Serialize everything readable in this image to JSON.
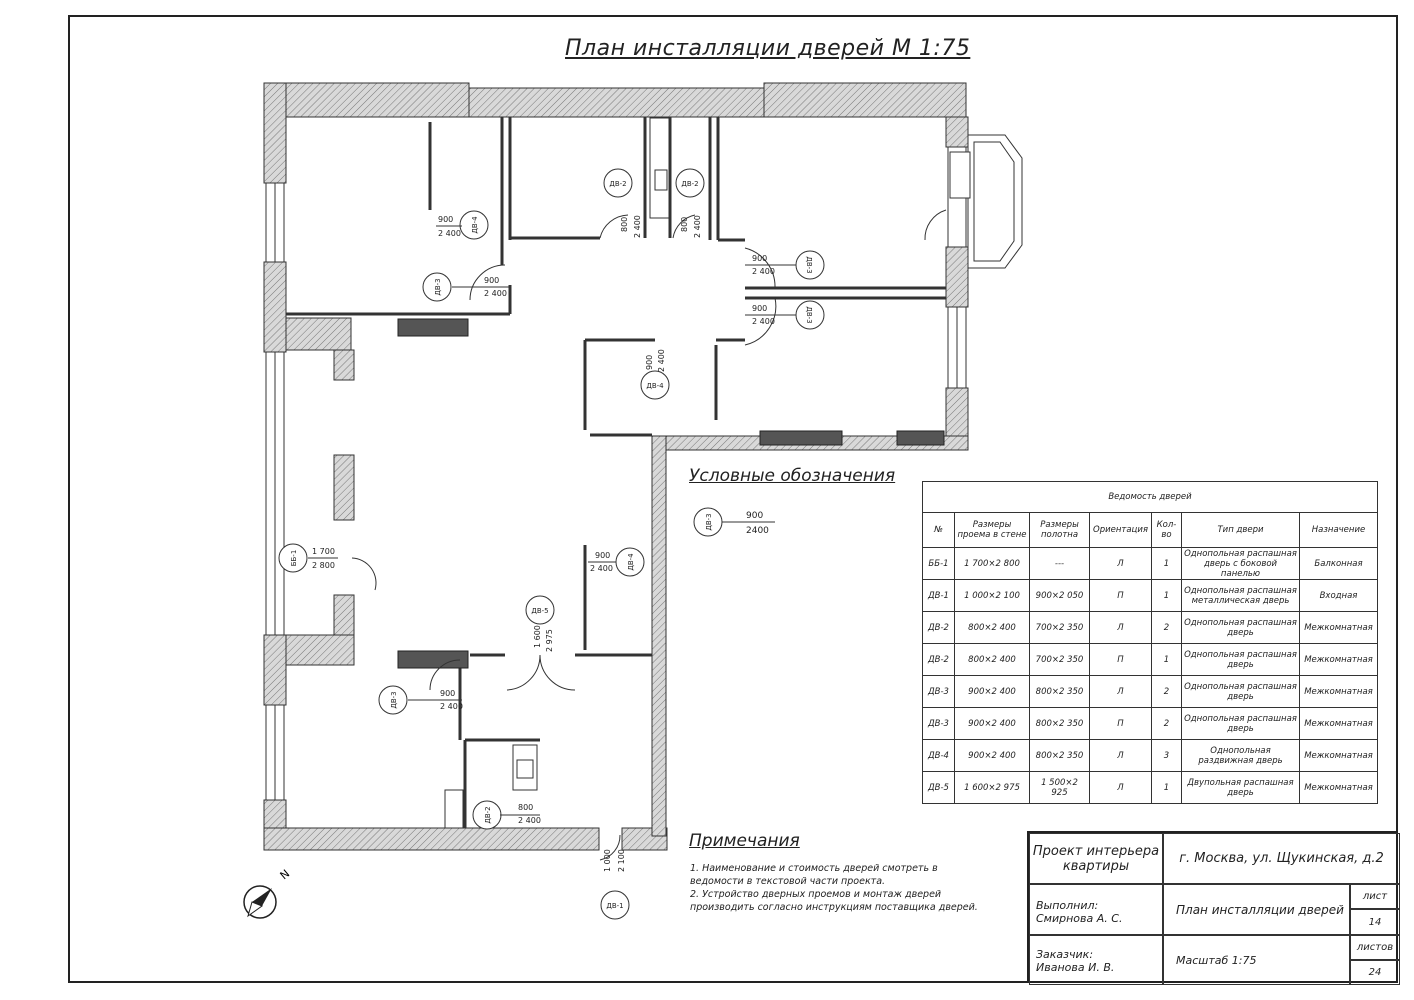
{
  "title": "План инсталляции дверей М 1:75",
  "legend": {
    "heading": "Условные обозначения",
    "sample_tag": "ДВ-3",
    "sample_width": "900",
    "sample_height": "2400"
  },
  "notes": {
    "heading": "Примечания",
    "items": [
      "1. Наименование и стоимость дверей смотреть в ведомости в текстовой части проекта.",
      "2. Устройство дверных проемов и монтаж дверей производить согласно инструкциям поставщика дверей."
    ]
  },
  "schedule": {
    "caption": "Ведомость дверей",
    "headers": [
      "№",
      "Размеры проема в стене",
      "Размеры полотна",
      "Ориентация",
      "Кол-во",
      "Тип двери",
      "Назначение"
    ],
    "rows": [
      [
        "ББ-1",
        "1 700×2 800",
        "---",
        "Л",
        "1",
        "Однопольная распашная дверь с боковой панелью",
        "Балконная"
      ],
      [
        "ДВ-1",
        "1 000×2 100",
        "900×2 050",
        "П",
        "1",
        "Однопольная распашная металлическая дверь",
        "Входная"
      ],
      [
        "ДВ-2",
        "800×2 400",
        "700×2 350",
        "Л",
        "2",
        "Однопольная распашная дверь",
        "Межкомнатная"
      ],
      [
        "ДВ-2",
        "800×2 400",
        "700×2 350",
        "П",
        "1",
        "Однопольная распашная дверь",
        "Межкомнатная"
      ],
      [
        "ДВ-3",
        "900×2 400",
        "800×2 350",
        "Л",
        "2",
        "Однопольная распашная дверь",
        "Межкомнатная"
      ],
      [
        "ДВ-3",
        "900×2 400",
        "800×2 350",
        "П",
        "2",
        "Однопольная распашная дверь",
        "Межкомнатная"
      ],
      [
        "ДВ-4",
        "900×2 400",
        "800×2 350",
        "Л",
        "3",
        "Однопольная раздвижная дверь",
        "Межкомнатная"
      ],
      [
        "ДВ-5",
        "1 600×2 975",
        "1 500×2 925",
        "Л",
        "1",
        "Двупольная распашная дверь",
        "Межкомнатная"
      ]
    ]
  },
  "title_block": {
    "project": "Проект интерьера квартиры",
    "address": "г. Москва, ул. Щукинская, д.2",
    "performer_label": "Выполнил:",
    "performer_name": "Смирнова А. С.",
    "sheet_title": "План инсталляции дверей",
    "sheet_label": "лист",
    "sheet_number": "14",
    "customer_label": "Заказчик:",
    "customer_name": "Иванова И. В.",
    "scale": "Масштаб 1:75",
    "sheets_label": "листов",
    "sheets_total": "24"
  },
  "north_label": "N",
  "door_tags": [
    {
      "id": "dv4-a",
      "tag": "ДВ-4",
      "w": "900",
      "h": "2 400"
    },
    {
      "id": "dv3-a",
      "tag": "ДВ-3",
      "w": "900",
      "h": "2 400"
    },
    {
      "id": "dv2-a",
      "tag": "ДВ-2",
      "w": "800",
      "h": "2 400"
    },
    {
      "id": "dv2-b",
      "tag": "ДВ-2",
      "w": "800",
      "h": "2 400"
    },
    {
      "id": "dv3-b",
      "tag": "ДВ-3",
      "w": "900",
      "h": "2 400"
    },
    {
      "id": "dv3-c",
      "tag": "ДВ-3",
      "w": "900",
      "h": "2 400"
    },
    {
      "id": "dv4-b",
      "tag": "ДВ-4",
      "w": "900",
      "h": "2 400"
    },
    {
      "id": "bb1",
      "tag": "ББ-1",
      "w": "1 700",
      "h": "2 800"
    },
    {
      "id": "dv4-c",
      "tag": "ДВ-4",
      "w": "900",
      "h": "2 400"
    },
    {
      "id": "dv5",
      "tag": "ДВ-5",
      "w": "1 600",
      "h": "2 975"
    },
    {
      "id": "dv3-d",
      "tag": "ДВ-3",
      "w": "900",
      "h": "2 400"
    },
    {
      "id": "dv2-c",
      "tag": "ДВ-2",
      "w": "800",
      "h": "2 400"
    },
    {
      "id": "dv1",
      "tag": "ДВ-1",
      "w": "1 000",
      "h": "2 100"
    }
  ]
}
